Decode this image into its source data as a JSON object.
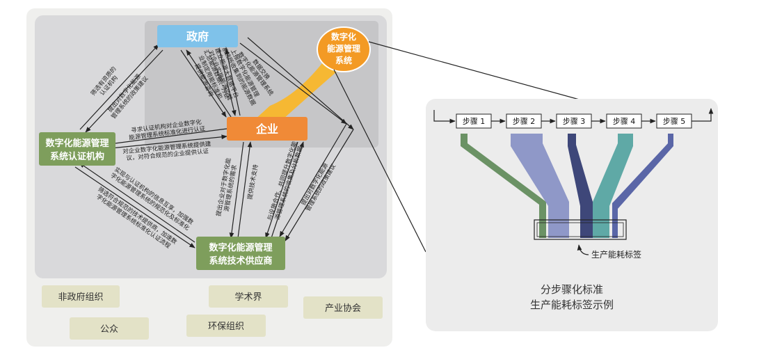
{
  "colors": {
    "outer_panel": "#efefed",
    "inner_panel": "#d9d9db",
    "gov": "#7fc2ea",
    "enterprise": "#f08a37",
    "system": "#f39a24",
    "funnel": "#f6b833",
    "cert": "#7e9e5c",
    "tech": "#7e9e5c",
    "tag": "#e3e2c7",
    "right_panel": "#ececec",
    "steps": [
      "#6b9265",
      "#8f98c8",
      "#3e4779",
      "#5fa9a6",
      "#5a66a7"
    ]
  },
  "nodes": {
    "gov": "政府",
    "enterprise": "企业",
    "system": [
      "数字化",
      "能源管理",
      "系统"
    ],
    "cert": [
      "数字化能源管理",
      "系统认证机构"
    ],
    "tech": [
      "数字化能源管理",
      "系统技术供应商"
    ]
  },
  "edges": {
    "gov_ent_a": [
      "上报数字化能源管理",
      "系统所收集到的能源数据"
    ],
    "gov_ent_b": [
      "建立能源大数据平台",
      "对企业实施能源监管"
    ],
    "gov_ent_c": [
      "汇总能源数据、为企",
      "业制定用能标准和",
      "提供能源咨询"
    ],
    "gov_tech_a": [
      "数据交换",
      "数字化能源管理系统"
    ],
    "gov_tech_b": [
      "提出对数字化能源",
      "管理系统的政策建议"
    ],
    "cert_gov_a": [
      "筛选有资质的",
      "认证机构"
    ],
    "cert_gov_b": [
      "提出对数字化能源",
      "管理系统的政策建议"
    ],
    "cert_ent_a": [
      "寻求认证机构对企业数字化",
      "能源管理系统标准化进行认证"
    ],
    "cert_ent_b": [
      "对企业数字化能源管理系统提供建",
      "议，对符合规范的企业提供认证"
    ],
    "ent_tech_a": [
      "提出企业对于数字化能",
      "源管理系统的需求"
    ],
    "ent_tech_b": "提供技术支持",
    "ent_tech_c": [
      "与设施合作、共同提升数字化能",
      "源管理系统的收集及分析数据"
    ],
    "gov_tech_c": [
      "提出对数字化能源",
      "管理系统的政策建议"
    ],
    "cert_tech_a": [
      "实现与认证机构的信息互享，加强数",
      "字化能源管理系统的规范化及标准化"
    ],
    "cert_tech_b": [
      "筛选符合规范的技术提供商，加速数",
      "字化能源管理系统标准化认证流程"
    ]
  },
  "stakeholders": [
    "非政府组织",
    "学术界",
    "产业协会",
    "公众",
    "环保组织"
  ],
  "steps": [
    "步骤 1",
    "步骤 2",
    "步骤 3",
    "步骤 4",
    "步骤 5"
  ],
  "label_tag": "生产能耗标签",
  "caption": [
    "分步骤化标准",
    "生产能耗标签示例"
  ]
}
